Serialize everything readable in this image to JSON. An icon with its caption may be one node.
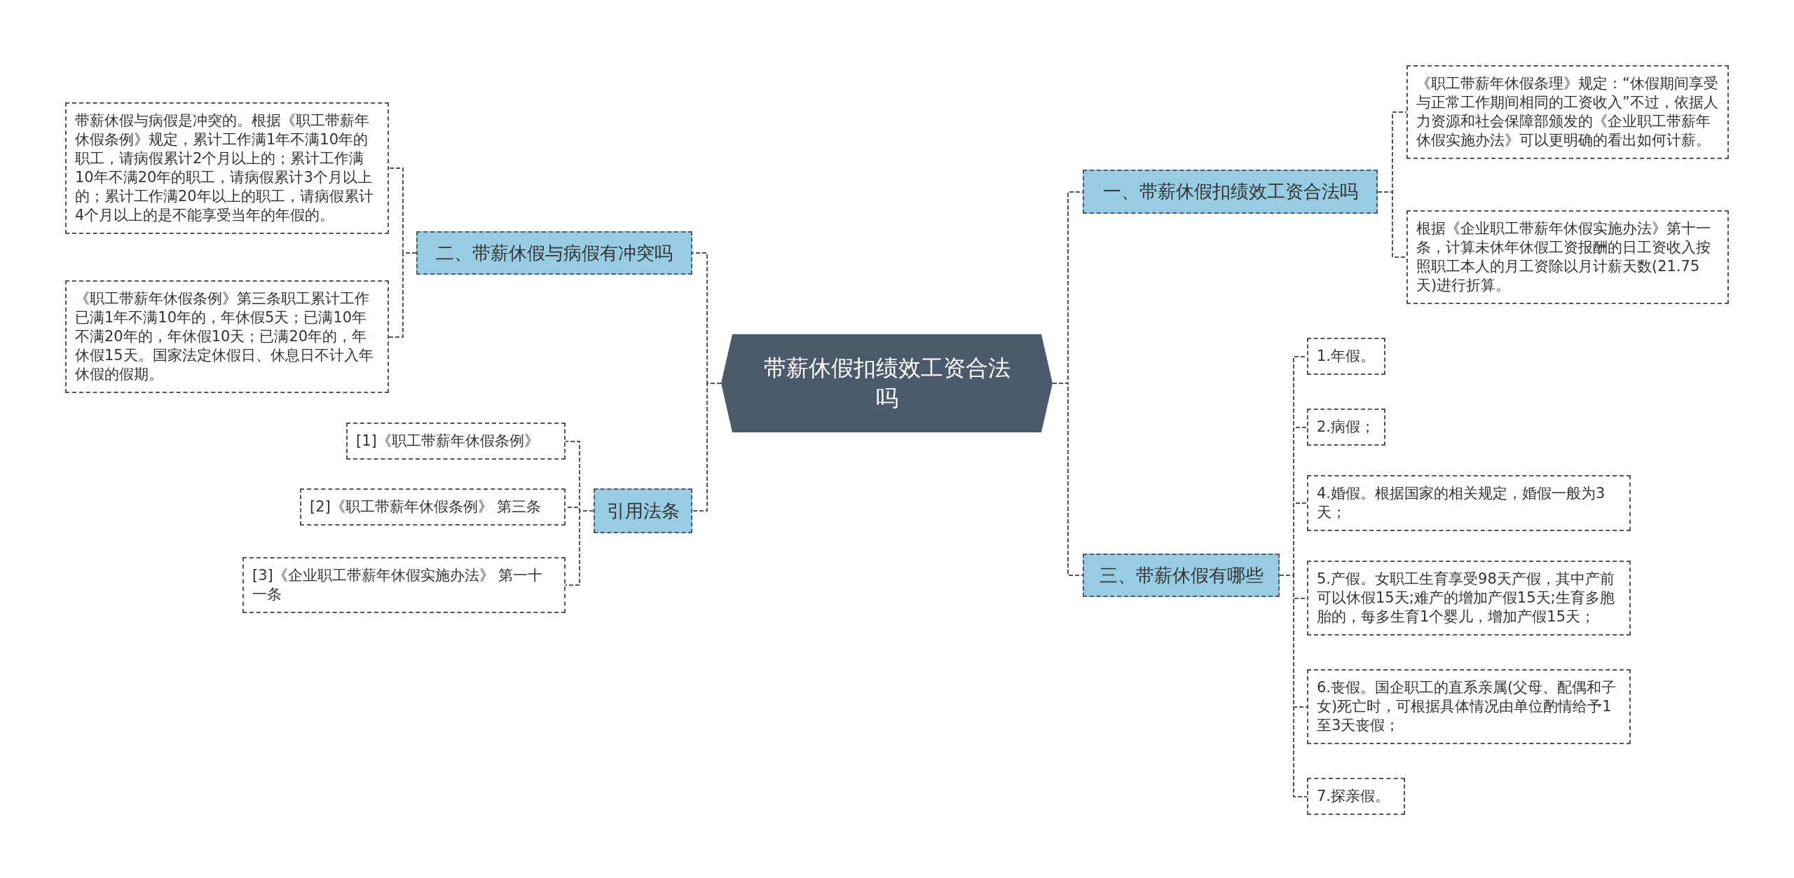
{
  "diagram": {
    "nodes": [
      {
        "text": [
          "带薪休假扣绩效工资合法吗"
        ]
      },
      {
        "text": [
          "一、带薪休假扣绩效工资合法吗"
        ]
      },
      {
        "text": [
          "《职工带薪年休假条理》规定：“休假期间享受与正常工作期间相同的工资收入”不过，依据人力资源和社会保障部颁发的《企业职工带薪年休假实施办法》可以更明确的看出如何计薪。"
        ]
      },
      {
        "text": [
          "根据《企业职工带薪年休假实施办法》第十一条，计算未休年休假工资报酬的日工资收入按照职工本人的月工资除以月计薪天数(21.75天)进行折算。"
        ]
      },
      {
        "text": [
          "二、带薪休假与病假有冲突吗"
        ]
      },
      {
        "text": [
          "带薪休假与病假是冲突的。根据《职工带薪年休假条例》规定，累计工作满1年不满10年的职工，请病假累计2个月以上的；累计工作满10年不满20年的职工，请病假累计3个月以上的；累计工作满20年以上的职工，请病假累计4个月以上的是不能享受当年的年假的。"
        ]
      },
      {
        "text": [
          "《职工带薪年休假条例》第三条职工累计工作已满1年不满10年的，年休假5天；已满10年不满20年的，年休假10天；已满20年的，年休假15天。国家法定休假日、休息日不计入年休假的假期。"
        ]
      },
      {
        "text": [
          "三、带薪休假有哪些"
        ]
      },
      {
        "text": [
          "1.年假。"
        ]
      },
      {
        "text": [
          "2.病假；"
        ]
      },
      {
        "text": [
          "4.婚假。根据国家的相关规定，婚假一般为3天；"
        ]
      },
      {
        "text": [
          "5.产假。女职工生育享受98天产假，其中产前可以休假15天;难产的增加产假15天;生育多胞胎的，每多生育1个婴儿，增加产假15天；"
        ]
      },
      {
        "text": [
          "6.丧假。国企职工的直系亲属(父母、配偶和子女)死亡时，可根据具体情况由单位酌情给予1至3天丧假；"
        ]
      },
      {
        "text": [
          "7.探亲假。"
        ]
      },
      {
        "text": [
          "引用法条"
        ]
      },
      {
        "text": [
          "[1]《职工带薪年休假条例》"
        ]
      },
      {
        "text": [
          "[2]《职工带薪年休假条例》 第三条"
        ]
      },
      {
        "text": [
          "[3]《企业职工带薪年休假实施办法》 第一十一条"
        ]
      }
    ],
    "edges": [
      {
        "from": 0,
        "to": 1,
        "arrow": "none"
      },
      {
        "from": 1,
        "to": 2,
        "arrow": "none"
      },
      {
        "from": 1,
        "to": 3,
        "arrow": "none"
      },
      {
        "from": 0,
        "to": 4,
        "arrow": "none"
      },
      {
        "from": 4,
        "to": 5,
        "arrow": "none"
      },
      {
        "from": 4,
        "to": 6,
        "arrow": "none"
      },
      {
        "from": 0,
        "to": 7,
        "arrow": "none"
      },
      {
        "from": 7,
        "to": 8,
        "arrow": "none"
      },
      {
        "from": 7,
        "to": 9,
        "arrow": "none"
      },
      {
        "from": 7,
        "to": 10,
        "arrow": "none"
      },
      {
        "from": 7,
        "to": 11,
        "arrow": "none"
      },
      {
        "from": 7,
        "to": 12,
        "arrow": "none"
      },
      {
        "from": 7,
        "to": 13,
        "arrow": "none"
      },
      {
        "from": 0,
        "to": 14,
        "arrow": "none"
      },
      {
        "from": 14,
        "to": 15,
        "arrow": "none"
      },
      {
        "from": 14,
        "to": 16,
        "arrow": "none"
      },
      {
        "from": 14,
        "to": 17,
        "arrow": "none"
      }
    ]
  }
}
